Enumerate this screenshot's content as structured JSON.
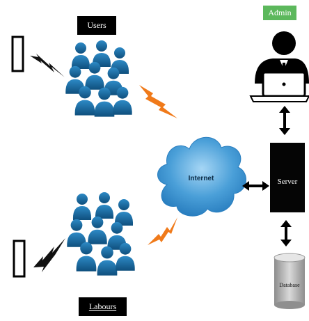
{
  "nodes": {
    "users": {
      "label": "Users"
    },
    "labours": {
      "label": "Labours"
    },
    "internet": {
      "label": "Internet"
    },
    "server": {
      "label": "Server"
    },
    "database": {
      "label": "Database"
    },
    "admin": {
      "label": "Admin"
    }
  },
  "colors": {
    "person_fill": "#1a6fa8",
    "person_dark": "#0f4f7d",
    "cloud_fill": "#4a9fd8",
    "cloud_light": "#8cc7ee",
    "bolt_orange": "#f07a1a",
    "bolt_black": "#111111",
    "admin_green": "#5cb85c",
    "db_gray": "#b8b8b8"
  },
  "icons": [
    "phone-icon",
    "lightning-icon",
    "people-group-icon",
    "cloud-icon",
    "server-icon",
    "database-icon",
    "admin-user-icon",
    "laptop-icon",
    "double-arrow-icon"
  ]
}
